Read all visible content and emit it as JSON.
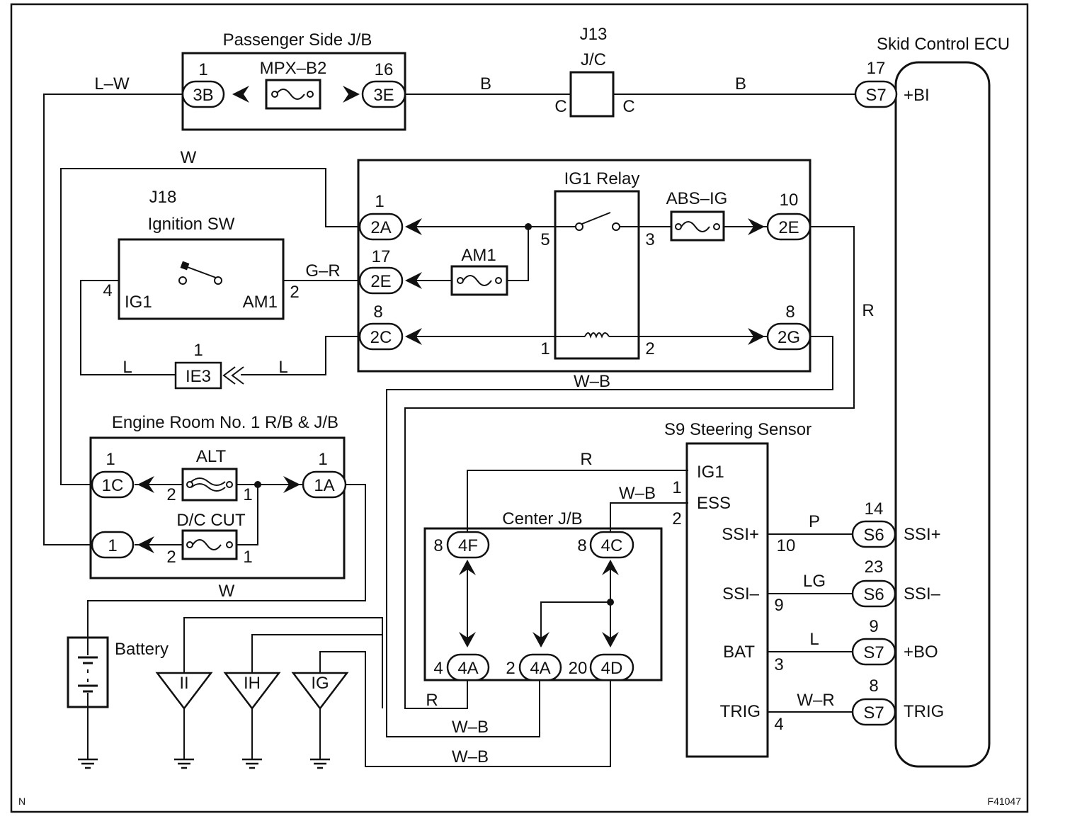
{
  "figure_id": "F41047",
  "corner_mark": "N",
  "components": {
    "passenger_jb": "Passenger Side J/B",
    "j13": "J13",
    "jc": "J/C",
    "skid_ecu": "Skid Control ECU",
    "j18": "J18",
    "ignition_sw": "Ignition SW",
    "ig1_relay": "IG1 Relay",
    "engine_room_rb": "Engine Room No. 1 R/B & J/B",
    "steering_sensor": "S9 Steering Sensor",
    "center_jb": "Center J/B",
    "battery": "Battery"
  },
  "fuses": {
    "mpx_b2": "MPX–B2",
    "abs_ig": "ABS–IG",
    "am1": "AM1",
    "alt": "ALT",
    "dc_cut": "D/C CUT"
  },
  "connectors": {
    "c3b": "3B",
    "c3e": "3E",
    "s7a": "S7",
    "c2a": "2A",
    "c2e_top": "2E",
    "c2e_left": "2E",
    "c2c": "2C",
    "c2g": "2G",
    "ie3": "IE3",
    "c1c": "1C",
    "c1a": "1A",
    "c1": "1",
    "c4f": "4F",
    "c4c": "4C",
    "c4a_l": "4A",
    "c4a_r": "4A",
    "c4d": "4D",
    "s6a": "S6",
    "s6b": "S6",
    "s7b": "S7",
    "s7c": "S7"
  },
  "pins": {
    "p3b": "1",
    "p3e": "16",
    "s7_bi": "17",
    "p2a": "1",
    "p2e_top": "10",
    "p2e_left": "17",
    "p2c": "8",
    "p2g": "8",
    "ie3": "1",
    "relay5": "5",
    "relay3": "3",
    "relay1": "1",
    "relay2": "2",
    "ig1sw": "4",
    "am1sw": "2",
    "p1c": "1",
    "p1a": "1",
    "alt2": "2",
    "alt1": "1",
    "dc2": "2",
    "dc1": "1",
    "p4f": "8",
    "p4c": "8",
    "p4a_l": "4",
    "p4a_r": "2",
    "p4d": "20",
    "ess_pin": "1",
    "ess_pin2": "2",
    "ssi_plus_pin": "10",
    "ssi_minus_pin": "9",
    "bat_pin": "3",
    "trig_pin": "4",
    "s6_14": "14",
    "s6_23": "23",
    "s7_9": "9",
    "s7_8": "8"
  },
  "terminals": {
    "bi": "+BI",
    "ig1": "IG1",
    "am1": "AM1",
    "ss_ig1": "IG1",
    "ess": "ESS",
    "ssi_plus": "SSI+",
    "ssi_minus": "SSI–",
    "bat": "BAT",
    "trig": "TRIG",
    "ecu_ssi_plus": "SSI+",
    "ecu_ssi_minus": "SSI–",
    "bo": "+BO",
    "ecu_trig": "TRIG"
  },
  "wire_colors": {
    "lw": "L–W",
    "b1": "B",
    "b2": "B",
    "w_top": "W",
    "gr": "G–R",
    "l1": "L",
    "l2": "L",
    "r_right": "R",
    "wb_relay": "W–B",
    "w_batt": "W",
    "r_center": "R",
    "wb_ess": "W–B",
    "p": "P",
    "lg": "LG",
    "l_bat": "L",
    "wr": "W–R",
    "r_bottom": "R",
    "wb_b1": "W–B",
    "wb_b2": "W–B"
  },
  "junction_c": {
    "left": "C",
    "right": "C"
  },
  "grounds": [
    "II",
    "IH",
    "IG"
  ]
}
